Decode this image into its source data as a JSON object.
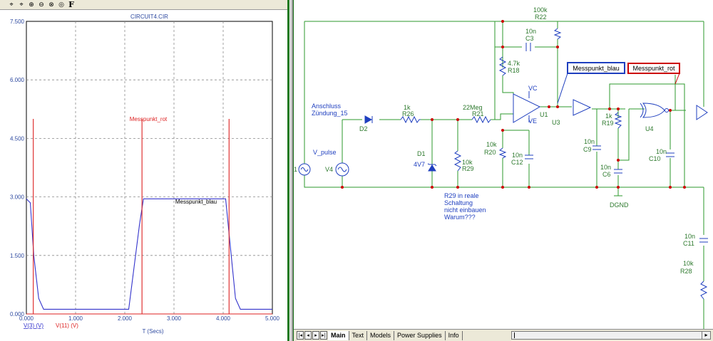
{
  "toolbar": {
    "icons": [
      "trace-cursor-left-icon",
      "trace-cursor-right-icon",
      "zoom-in-icon",
      "zoom-out-icon",
      "zoom-area-icon",
      "data-point-icon",
      "font-icon"
    ],
    "font_label": "F"
  },
  "colors": {
    "trace_blue": "#3333cc",
    "trace_red": "#dd2222",
    "wire_green": "#2e9a2e",
    "node_red": "#cc0000",
    "component_blue": "#1f3fbf"
  },
  "chart_data": {
    "type": "line",
    "title": "CIRCUIT4.CIR",
    "xlabel": "T (Secs)",
    "ylabel": "",
    "xlim": [
      0,
      5
    ],
    "ylim": [
      0,
      7.5
    ],
    "grid": true,
    "x_ticks": [
      "0.000",
      "1.000",
      "2.000",
      "3.000",
      "4.000",
      "5.000"
    ],
    "y_ticks": [
      "0.000",
      "1.500",
      "3.000",
      "4.500",
      "6.000",
      "7.500"
    ],
    "legend": [
      "V(3) (V)",
      "V(11) (V)"
    ],
    "annotations": [
      "Messpunkt_rot",
      "Messpunkt_blau"
    ],
    "series": [
      {
        "name": "V(3) (V)",
        "color": "#3333cc",
        "x": [
          0,
          0.08,
          0.15,
          0.25,
          0.35,
          1.0,
          2.0,
          2.08,
          2.3,
          2.38,
          3.0,
          4.0,
          4.05,
          4.25,
          4.35,
          5.0
        ],
        "y": [
          2.95,
          2.85,
          1.5,
          0.4,
          0.12,
          0.12,
          0.12,
          0.12,
          2.3,
          2.95,
          2.95,
          2.95,
          2.95,
          0.4,
          0.12,
          0.12
        ]
      },
      {
        "name": "V(11) (V)",
        "color": "#dd2222",
        "x": [
          0.0,
          0.14,
          0.14,
          0.14,
          0.15,
          2.35,
          2.35,
          2.35,
          2.36,
          4.12,
          4.12,
          4.12,
          4.13,
          5.0
        ],
        "y": [
          0,
          0,
          5.0,
          0,
          0,
          0,
          5.0,
          0,
          0,
          0,
          5.0,
          0,
          0,
          0
        ]
      }
    ]
  },
  "schematic": {
    "labels": {
      "messpunkt_blau": "Messpunkt_blau",
      "messpunkt_rot": "Messpunkt_rot",
      "r22_value": "100k",
      "r22_name": "R22",
      "c3_value": "10n",
      "c3_name": "C3",
      "r18_value": "4.7k",
      "r18_name": "R18",
      "vc": "VC",
      "ve": "VE",
      "u1": "U1",
      "u3": "U3",
      "u4": "U4",
      "anschluss": "Anschluss",
      "zuendung": "Zündung_15",
      "d2": "D2",
      "r26_value": "1k",
      "r26_name": "R26",
      "r21_value": "22Meg",
      "r21_name": "R21",
      "r20_value": "10k",
      "r20_name": "R20",
      "c12_value": "10n",
      "c12_name": "C12",
      "d1": "D1",
      "d1_value": "4V7",
      "r29_value": "10k",
      "r29_name": "R29",
      "v_pulse": "V_pulse",
      "v4": "V4",
      "node1": "1",
      "r19_value": "1k",
      "r19_name": "R19",
      "c9_value": "10n",
      "c9_name": "C9",
      "c6_value": "10n",
      "c6_name": "C6",
      "c10_value": "10n",
      "c10_name": "C10",
      "c11_value": "10n",
      "c11_name": "C11",
      "r28_value": "10k",
      "r28_name": "R28",
      "dgnd": "DGND",
      "note_line1": "R29 in reale",
      "note_line2": "Schaltung",
      "note_line3": "nicht einbauen",
      "note_line4": "Warum???"
    }
  },
  "tabs": [
    {
      "label": "Main",
      "active": true
    },
    {
      "label": "Text",
      "active": false
    },
    {
      "label": "Models",
      "active": false
    },
    {
      "label": "Power Supplies",
      "active": false
    },
    {
      "label": "Info",
      "active": false
    }
  ],
  "nav_buttons": [
    "|◂",
    "◂",
    "▸",
    "▸|"
  ]
}
